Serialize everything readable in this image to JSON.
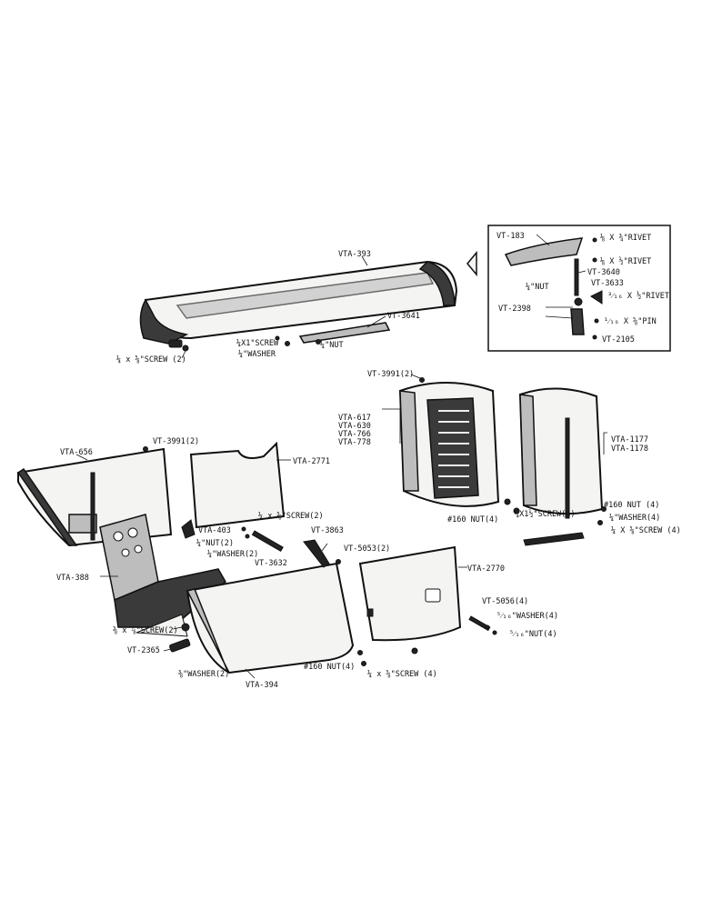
{
  "labels": {
    "vta_393": "VTA-393",
    "vt_3641": "VT-3641",
    "screw_1x1": "¼X1\"SCREW",
    "washer_q": "¼\"WASHER",
    "nut_q": "¼\"NUT",
    "screw_q58_2": "¼ x ⅝\"SCREW (2)",
    "inset_vt183": "VT-183",
    "inset_rivet1": "⅛ X ¾\"RIVET",
    "inset_rivet2": "⅛ X ½\"RIVET",
    "inset_vt3640": "VT-3640",
    "inset_nut": "¼\"NUT",
    "inset_vt3633": "VT-3633",
    "inset_rivet3": "³⁄₁₆ X ½\"RIVET",
    "inset_vt2398": "VT-2398",
    "inset_pin": "¹⁄₁₆ X ⅝\"PIN",
    "inset_vt2105": "VT-2105",
    "vt3991_top": "VT-3991(2)",
    "vta617": "VTA-617",
    "vta630": "VTA-630",
    "vta766": "VTA-766",
    "vta778": "VTA-778",
    "vta1177": "VTA-1177",
    "vta1178": "VTA-1178",
    "nut160_4a": "#160 NUT(4)",
    "screw_q1_4": "¼X1½\"SCREW(4)",
    "nut160_4b": "#160 NUT (4)",
    "washer_q4": "¼\"WASHER(4)",
    "screw_q58_4": "¼ X ⅝\"SCREW (4)",
    "vt3991_left": "VT-3991(2)",
    "vta656": "VTA-656",
    "vta2771": "VTA-2771",
    "screw_q58_2b": "¼ x ⅝\"SCREW(2)",
    "vta403": "VTA-403",
    "nut_q2": "¼\"NUT(2)",
    "washer_q2": "¼\"WASHER(2)",
    "vt3632": "VT-3632",
    "vt3863": "VT-3863",
    "vta388": "VTA-388",
    "vt5053": "VT-5053(2)",
    "vta2770": "VTA-2770",
    "screw_38_78": "⅜ x ⅞\"SCREW(2)",
    "vt2365": "VT-2365",
    "washer_38": "⅜\"WASHER(2)",
    "vta394": "VTA-394",
    "nut160_4c": "#160 NUT(4)",
    "screw_q58_4b": "¼ x ⅝\"SCREW (4)",
    "vt5056": "VT-5056(4)",
    "washer_516": "⁵⁄₁₆\"WASHER(4)",
    "nut_516": "⁵⁄₁₆\"NUT(4)"
  }
}
